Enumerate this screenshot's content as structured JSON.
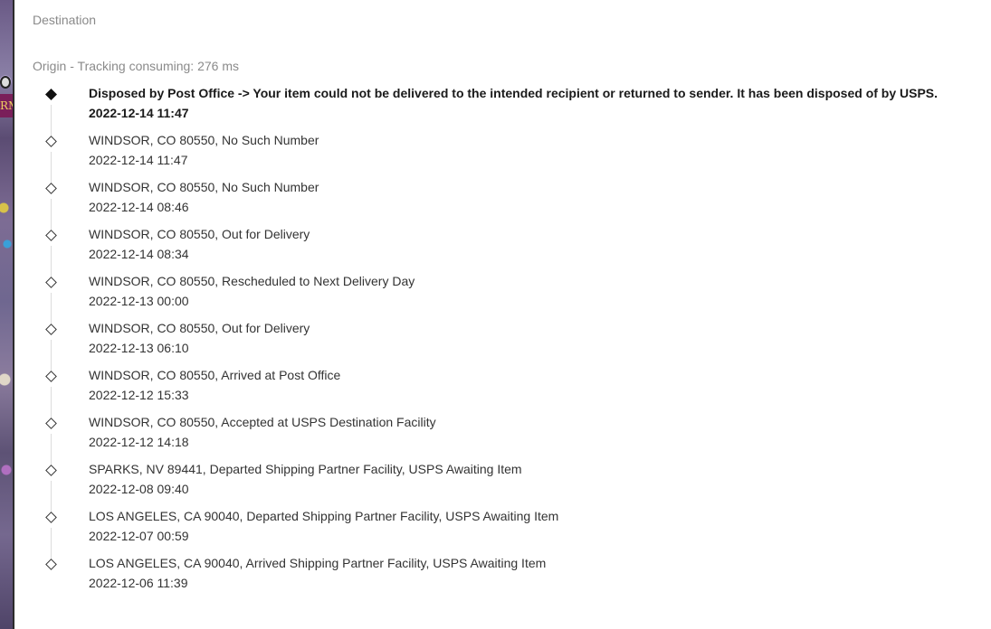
{
  "panel": {
    "destination_label": "Destination",
    "origin_label": "Origin - Tracking consuming: 276 ms"
  },
  "background_edge": {
    "sign_text": "RM"
  },
  "events": [
    {
      "description": "Disposed by Post Office -> Your item could not be delivered to the intended recipient or returned to sender. It has been disposed of by USPS.",
      "time": "2022-12-14 11:47",
      "current": true
    },
    {
      "description": "WINDSOR, CO 80550, No Such Number",
      "time": "2022-12-14 11:47",
      "current": false
    },
    {
      "description": "WINDSOR, CO 80550, No Such Number",
      "time": "2022-12-14 08:46",
      "current": false
    },
    {
      "description": "WINDSOR, CO 80550, Out for Delivery",
      "time": "2022-12-14 08:34",
      "current": false
    },
    {
      "description": "WINDSOR, CO 80550, Rescheduled to Next Delivery Day",
      "time": "2022-12-13 00:00",
      "current": false
    },
    {
      "description": "WINDSOR, CO 80550, Out for Delivery",
      "time": "2022-12-13 06:10",
      "current": false
    },
    {
      "description": "WINDSOR, CO 80550, Arrived at Post Office",
      "time": "2022-12-12 15:33",
      "current": false
    },
    {
      "description": "WINDSOR, CO 80550, Accepted at USPS Destination Facility",
      "time": "2022-12-12 14:18",
      "current": false
    },
    {
      "description": "SPARKS, NV 89441, Departed Shipping Partner Facility, USPS Awaiting Item",
      "time": "2022-12-08 09:40",
      "current": false
    },
    {
      "description": "LOS ANGELES, CA 90040, Departed Shipping Partner Facility, USPS Awaiting Item",
      "time": "2022-12-07 00:59",
      "current": false
    },
    {
      "description": "LOS ANGELES, CA 90040, Arrived Shipping Partner Facility, USPS Awaiting Item",
      "time": "2022-12-06 11:39",
      "current": false
    }
  ]
}
